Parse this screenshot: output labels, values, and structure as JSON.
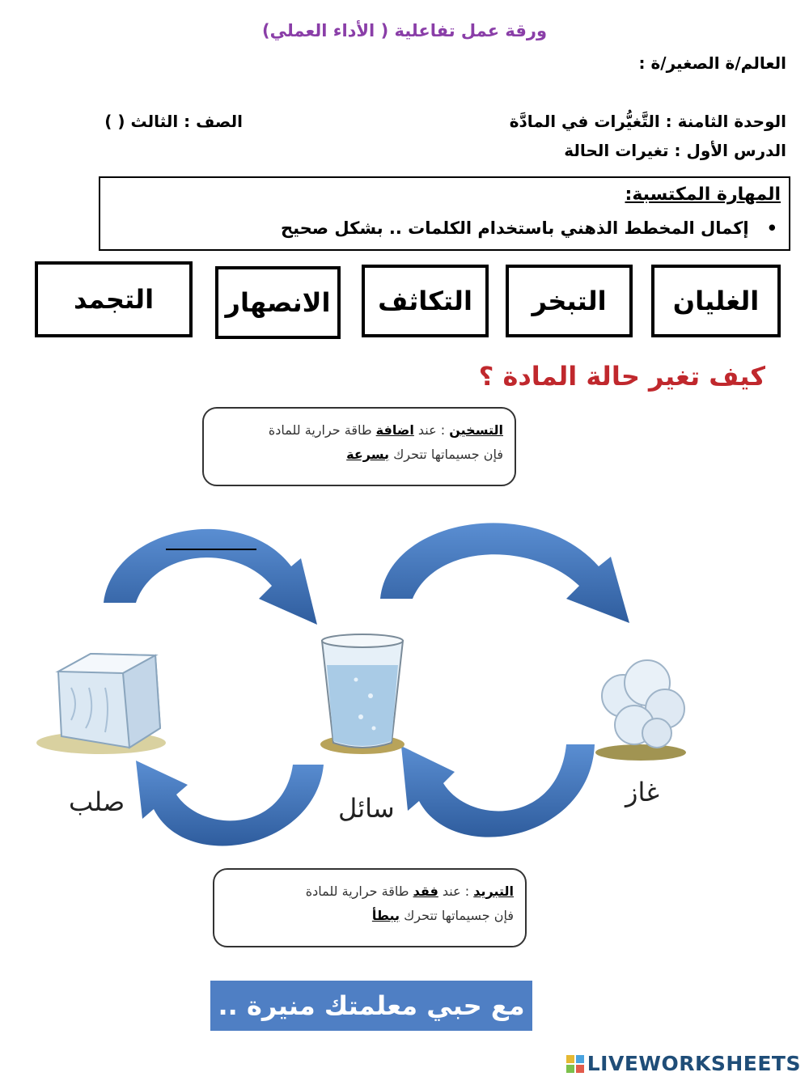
{
  "header": {
    "title": "ورقة عمل تفاعلية ( الأداء العملي)",
    "student_label": "العالم/ة الصغير/ة :",
    "unit": "الوحدة الثامنة : التَّغيُّرات في المادَّة",
    "lesson": "الدرس الأول : تغيرات الحالة",
    "grade": "الصف : الثالث (        )"
  },
  "skill": {
    "heading": "المهارة المكتسبة:",
    "bullet": "إكمال المخطط الذهني باستخدام الكلمات .. بشكل صحيح"
  },
  "word_bank": [
    "الغليان",
    "التبخر",
    "التكاثف",
    "الانصهار",
    "التجمد"
  ],
  "question": "كيف تغير حالة المادة ؟",
  "heating": {
    "term": "التسخين",
    "line1_pre": " : عند ",
    "line1_key": "اضافة",
    "line1_post": " طاقة حرارية للمادة",
    "line2_pre": "فإن جسيماتها تتحرك ",
    "line2_key": "بسرعة"
  },
  "cooling": {
    "term": "التبريد",
    "line1_pre": " : عند ",
    "line1_key": "فقد",
    "line1_post": " طاقة حرارية للمادة",
    "line2_pre": "فإن جسيماتها تتحرك ",
    "line2_key": "ببطأ"
  },
  "states": {
    "solid": "صلب",
    "liquid": "سائل",
    "gas": "غاز"
  },
  "footer": {
    "banner": "مع حبي معلمتك منيرة ..",
    "brand": "LIVEWORKSHEETS"
  },
  "colors": {
    "title": "#8a3ea8",
    "question": "#c0282d",
    "arrow": "#3a6db3",
    "banner": "#4f7fc4",
    "brand": "#1f4d78"
  }
}
